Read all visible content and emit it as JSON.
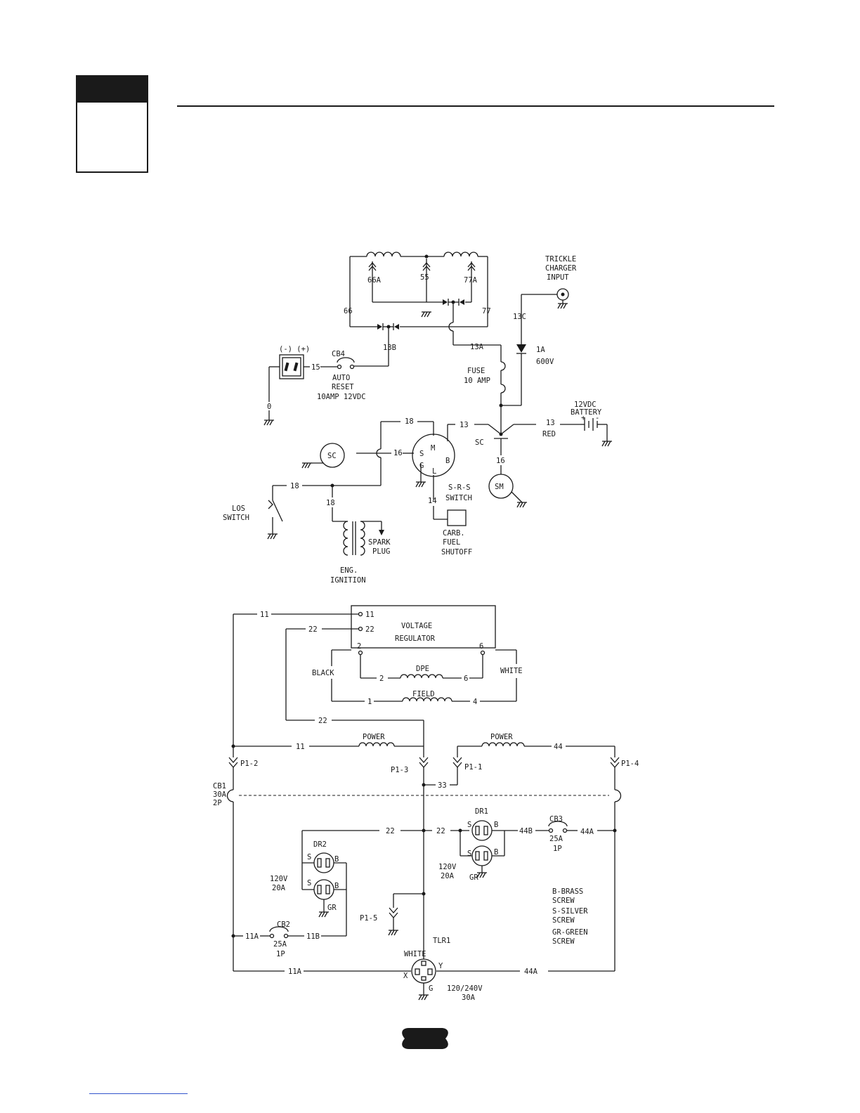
{
  "labels": {
    "trickle": [
      "TRICKLE",
      "CHARGER",
      "INPUT"
    ],
    "w66a": "66A",
    "w55": "55",
    "w77a": "77A",
    "w66": "66",
    "w77": "77",
    "w13c": "13C",
    "w13b": "13B",
    "w13a": "13A",
    "diode_1a": "1A",
    "diode_600v": "600V",
    "polarity": "(-) (+)",
    "w15": "15",
    "cb4": "CB4",
    "auto": "AUTO",
    "reset": "RESET",
    "cb4_rating": "10AMP 12VDC",
    "w0": "0",
    "fuse": "FUSE",
    "fuse_rating": "10 AMP",
    "battery_v": "12VDC",
    "battery": "BATTERY",
    "w18_top": "18",
    "w13_left": "13",
    "w13_right": "13",
    "red": "RED",
    "sc_node": "SC",
    "sc_circle": "SC",
    "w16_left": "16",
    "w16_down": "16",
    "sw_m": "M",
    "sw_s": "S",
    "sw_b": "B",
    "sw_g": "G",
    "sw_l": "L",
    "srs": [
      "S-R-S",
      "SWITCH"
    ],
    "sm": "SM",
    "w18_los": "18",
    "w18_ign": "18",
    "los": [
      "LOS",
      "SWITCH"
    ],
    "w14": "14",
    "carb": [
      "CARB.",
      "FUEL",
      "SHUTOFF"
    ],
    "spark": [
      "SPARK",
      "PLUG"
    ],
    "ign": [
      "ENG.",
      "IGNITION"
    ],
    "vr_11": "11",
    "vr_22": "22",
    "vr_2": "2",
    "vr_6": "6",
    "vr": [
      "VOLTAGE",
      "REGULATOR"
    ],
    "w11_top": "11",
    "w22_top": "22",
    "black": "BLACK",
    "white": "WHITE",
    "dpe": "DPE",
    "dpe_2": "2",
    "dpe_6": "6",
    "field": "FIELD",
    "field_1": "1",
    "field_4": "4",
    "w22_mid": "22",
    "power_left": "POWER",
    "power_right": "POWER",
    "w11_mid": "11",
    "w44": "44",
    "p1_2": "P1-2",
    "p1_3": "P1-3",
    "p1_1": "P1-1",
    "p1_4": "P1-4",
    "w33": "33",
    "cb1": [
      "CB1",
      "30A",
      "2P"
    ],
    "w22_l": "22",
    "w22_r": "22",
    "dr1": "DR1",
    "dr1_s1": "S",
    "dr1_b1": "B",
    "dr1_s2": "S",
    "dr1_b2": "B",
    "dr1_gr": "GR",
    "dr1_rating": [
      "120V",
      "20A"
    ],
    "w44b": "44B",
    "cb3": "CB3",
    "cb3_a": "25A",
    "cb3_p": "1P",
    "w44a_top": "44A",
    "dr2": "DR2",
    "dr2_s1": "S",
    "dr2_b1": "B",
    "dr2_s2": "S",
    "dr2_b2": "B",
    "dr2_gr": "GR",
    "dr2_rating": [
      "120V",
      "20A"
    ],
    "p1_5": "P1-5",
    "legend": [
      "B-BRASS",
      "SCREW",
      "S-SILVER",
      "SCREW",
      "GR-GREEN",
      "SCREW"
    ],
    "w11a_l": "11A",
    "cb2": "CB2",
    "cb2_a": "25A",
    "cb2_p": "1P",
    "w11b": "11B",
    "tlr1": "TLR1",
    "tlr_white": "WHITE",
    "tlr_x": "X",
    "tlr_y": "Y",
    "tlr_g": "G",
    "tlr_rating": [
      "120/240V",
      "30A"
    ],
    "w11a_bot": "11A",
    "w44a_bot": "44A"
  },
  "colors": {
    "ink": "#1a1a1a",
    "link": "#3355cc"
  }
}
